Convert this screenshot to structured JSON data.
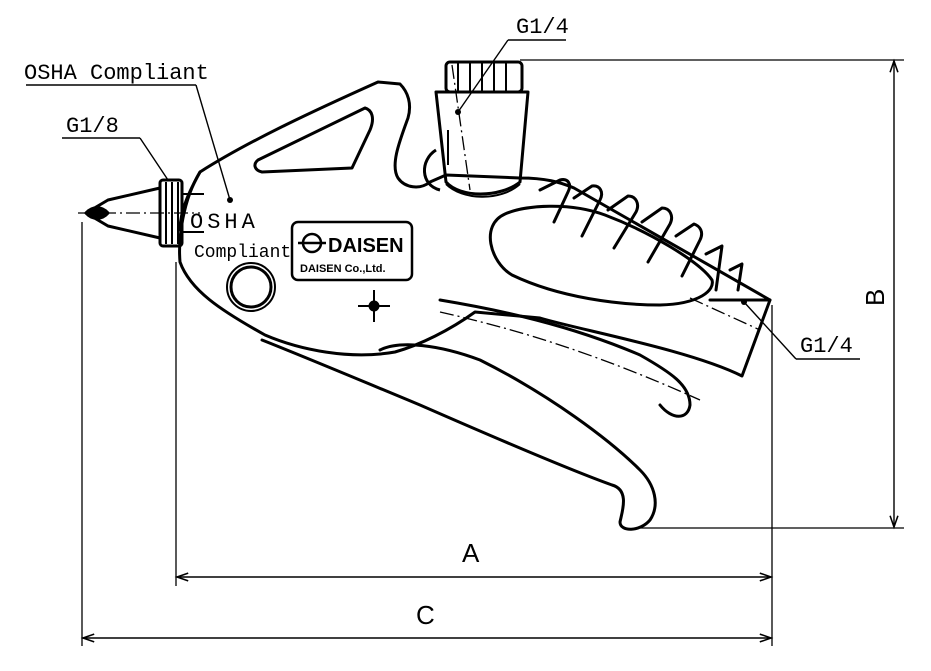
{
  "callouts": {
    "osha": "OSHA Compliant",
    "inlet_g18": "G1/8",
    "top_port": "G1/4",
    "rear_port": "G1/4"
  },
  "body_marking": {
    "line1": "OSHA",
    "line2": "Compliant"
  },
  "logo": {
    "brand": "DAISEN",
    "company": "DAISEN Co.,Ltd."
  },
  "dimensions": {
    "a": "A",
    "b": "B",
    "c": "C"
  }
}
